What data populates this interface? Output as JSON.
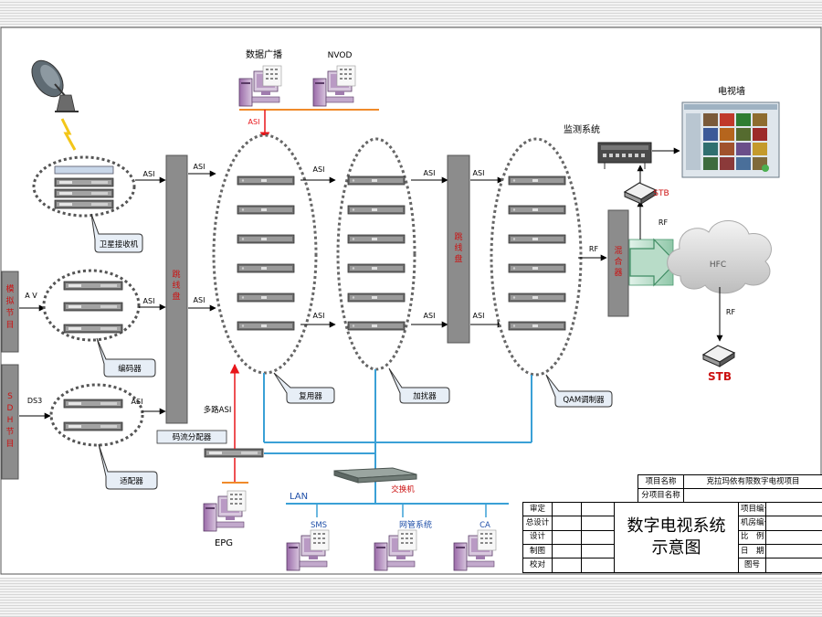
{
  "labels": {
    "data_broadcast": "数据广播",
    "nvod": "NVOD",
    "tv_wall": "电视墙",
    "monitor_system": "监测系统",
    "satellite_receiver": "卫星接收机",
    "encoder": "编码器",
    "adapter": "适配器",
    "patch_panel": "跳线盘",
    "multiplexer": "复用器",
    "scrambler": "加扰器",
    "qam_modulator": "QAM调制器",
    "mixer": "混合器",
    "hfc": "HFC",
    "stb": "STB",
    "analog_program": "模拟节目",
    "sdh_program": "SDH节目",
    "av": "A V",
    "ds3": "DS3",
    "asi": "ASI",
    "rf": "RF",
    "multi_asi": "多路ASI",
    "stream_splitter": "码流分配器",
    "epg": "EPG",
    "switch": "交换机",
    "lan": "LAN",
    "sms": "SMS",
    "nms": "网管系统",
    "ca": "CA"
  },
  "title_block": {
    "project_name_label": "项目名称",
    "project_name_value": "克拉玛依有限数字电视项目",
    "subproject_label": "分项目名称",
    "subproject_value": "",
    "project_no_label": "项目编号",
    "room_no_label": "机房编号",
    "scale_label": "比　例",
    "date_label": "日　期",
    "drawing_no_label": "图号",
    "title": "数字电视系统示意图",
    "roles": [
      "审定",
      "总设计",
      "设计",
      "制图",
      "校对"
    ]
  },
  "colors": {
    "arrow_red": "#e8151a",
    "link_blue": "#3aa0d6",
    "bus_orange": "#f08a2a",
    "panel_gray": "#8c8c8c",
    "title_red": "#cc1111"
  }
}
